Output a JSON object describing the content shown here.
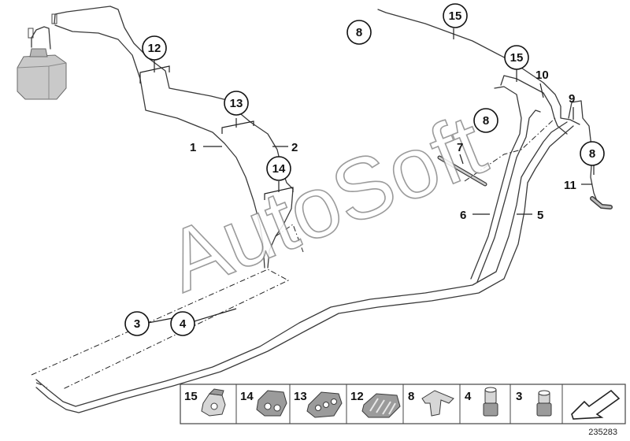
{
  "watermark": "AutoSoft",
  "diagram_id": "235283",
  "callouts": [
    {
      "id": "c-1",
      "label": "1",
      "circled": false
    },
    {
      "id": "c-2",
      "label": "2",
      "circled": false
    },
    {
      "id": "c-3",
      "label": "3",
      "circled": true
    },
    {
      "id": "c-4",
      "label": "4",
      "circled": true
    },
    {
      "id": "c-5",
      "label": "5",
      "circled": false
    },
    {
      "id": "c-6",
      "label": "6",
      "circled": false
    },
    {
      "id": "c-7",
      "label": "7",
      "circled": false
    },
    {
      "id": "c-8a",
      "label": "8",
      "circled": true
    },
    {
      "id": "c-8b",
      "label": "8",
      "circled": true
    },
    {
      "id": "c-8c",
      "label": "8",
      "circled": true
    },
    {
      "id": "c-9",
      "label": "9",
      "circled": false
    },
    {
      "id": "c-10",
      "label": "10",
      "circled": false
    },
    {
      "id": "c-11",
      "label": "11",
      "circled": false
    },
    {
      "id": "c-12",
      "label": "12",
      "circled": true
    },
    {
      "id": "c-13",
      "label": "13",
      "circled": true
    },
    {
      "id": "c-14",
      "label": "14",
      "circled": true
    },
    {
      "id": "c-15a",
      "label": "15",
      "circled": true
    },
    {
      "id": "c-15b",
      "label": "15",
      "circled": true
    }
  ],
  "parts_strip": [
    {
      "label": "15",
      "part": "brake-line-clip-single-icon"
    },
    {
      "label": "14",
      "part": "brake-line-clip-double-icon"
    },
    {
      "label": "13",
      "part": "brake-line-clip-triple-icon"
    },
    {
      "label": "12",
      "part": "brake-line-clip-quad-icon"
    },
    {
      "label": "8",
      "part": "bracket-clip-icon"
    },
    {
      "label": "4",
      "part": "threaded-union-long-icon"
    },
    {
      "label": "3",
      "part": "threaded-union-short-icon"
    },
    {
      "label": "",
      "part": "direction-arrow-icon"
    }
  ]
}
